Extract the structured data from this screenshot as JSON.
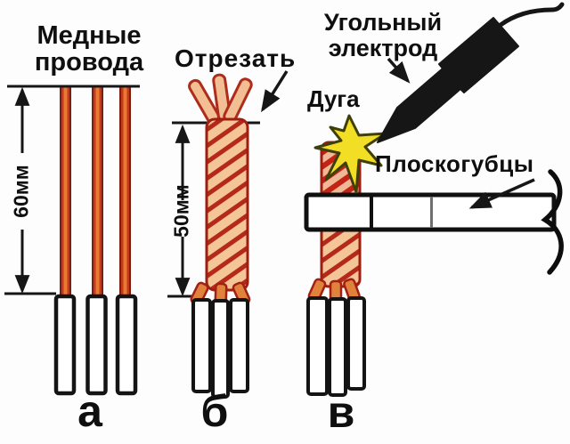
{
  "figure": {
    "panel_a": {
      "label": "а",
      "title_line1": "Медные",
      "title_line2": "провода",
      "dimension": "60мм"
    },
    "panel_b": {
      "label": "б",
      "annotation": "Отрезать",
      "dimension": "50мм"
    },
    "panel_v": {
      "label": "в",
      "arc_label": "Дуга",
      "electrode_label_line1": "Угольный",
      "electrode_label_line2": "электрод",
      "pliers_label": "Плоскогубцы"
    },
    "colors": {
      "wire_edge": "#7E1D10",
      "wire_mid": "#C33A1C",
      "wire_core": "#E87A32",
      "rope_fill": "#F4C596",
      "rope_stripe": "#B5291B",
      "rope_hot_fill": "#F0B896",
      "rope_hot_stripe": "#C22315",
      "rope_outline": "#9E1F12",
      "leg_fill": "#E0813C",
      "spark_yellow": "#F2DE24",
      "spark_outline": "#3F3F0C",
      "ink": "#161616"
    }
  }
}
